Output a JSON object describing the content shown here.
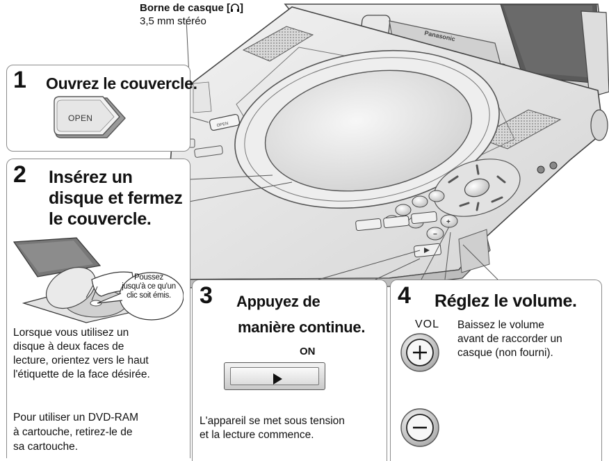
{
  "headphone": {
    "title": "Borne de casque [",
    "symbol": "headphones-icon",
    "title_end": "]",
    "spec": "3,5 mm stéréo"
  },
  "device": {
    "brand": "Panasonic",
    "open_key": "OPEN"
  },
  "step1": {
    "number": "1",
    "title": "Ouvrez le couvercle.",
    "button_label": "OPEN"
  },
  "step2": {
    "number": "2",
    "title_lines": [
      "Insérez un",
      "disque et fermez",
      "le couvercle."
    ],
    "callout_lines": [
      "Poussez",
      "jusqu'à ce qu'un",
      "clic soit émis."
    ],
    "text1_lines": [
      "Lorsque vous utilisez un",
      "disque à deux faces de",
      "lecture, orientez vers le haut",
      "l'étiquette de la face désirée."
    ],
    "text2_lines": [
      "Pour utiliser un DVD-RAM",
      "à cartouche, retirez-le de",
      "sa cartouche."
    ]
  },
  "step3": {
    "number": "3",
    "title_lines": [
      "Appuyez de",
      "manière continue."
    ],
    "button_caption": "ON",
    "text_lines": [
      "L'appareil se met sous tension",
      "et la lecture commence."
    ]
  },
  "step4": {
    "number": "4",
    "title": "Réglez le volume.",
    "vol_label": "VOL",
    "text_lines": [
      "Baissez le volume",
      "avant de raccorder un",
      "casque (non fourni)."
    ]
  },
  "colors": {
    "line": "#555555",
    "device_body": "#e6e6e6",
    "box_border": "#8a8a8a"
  }
}
